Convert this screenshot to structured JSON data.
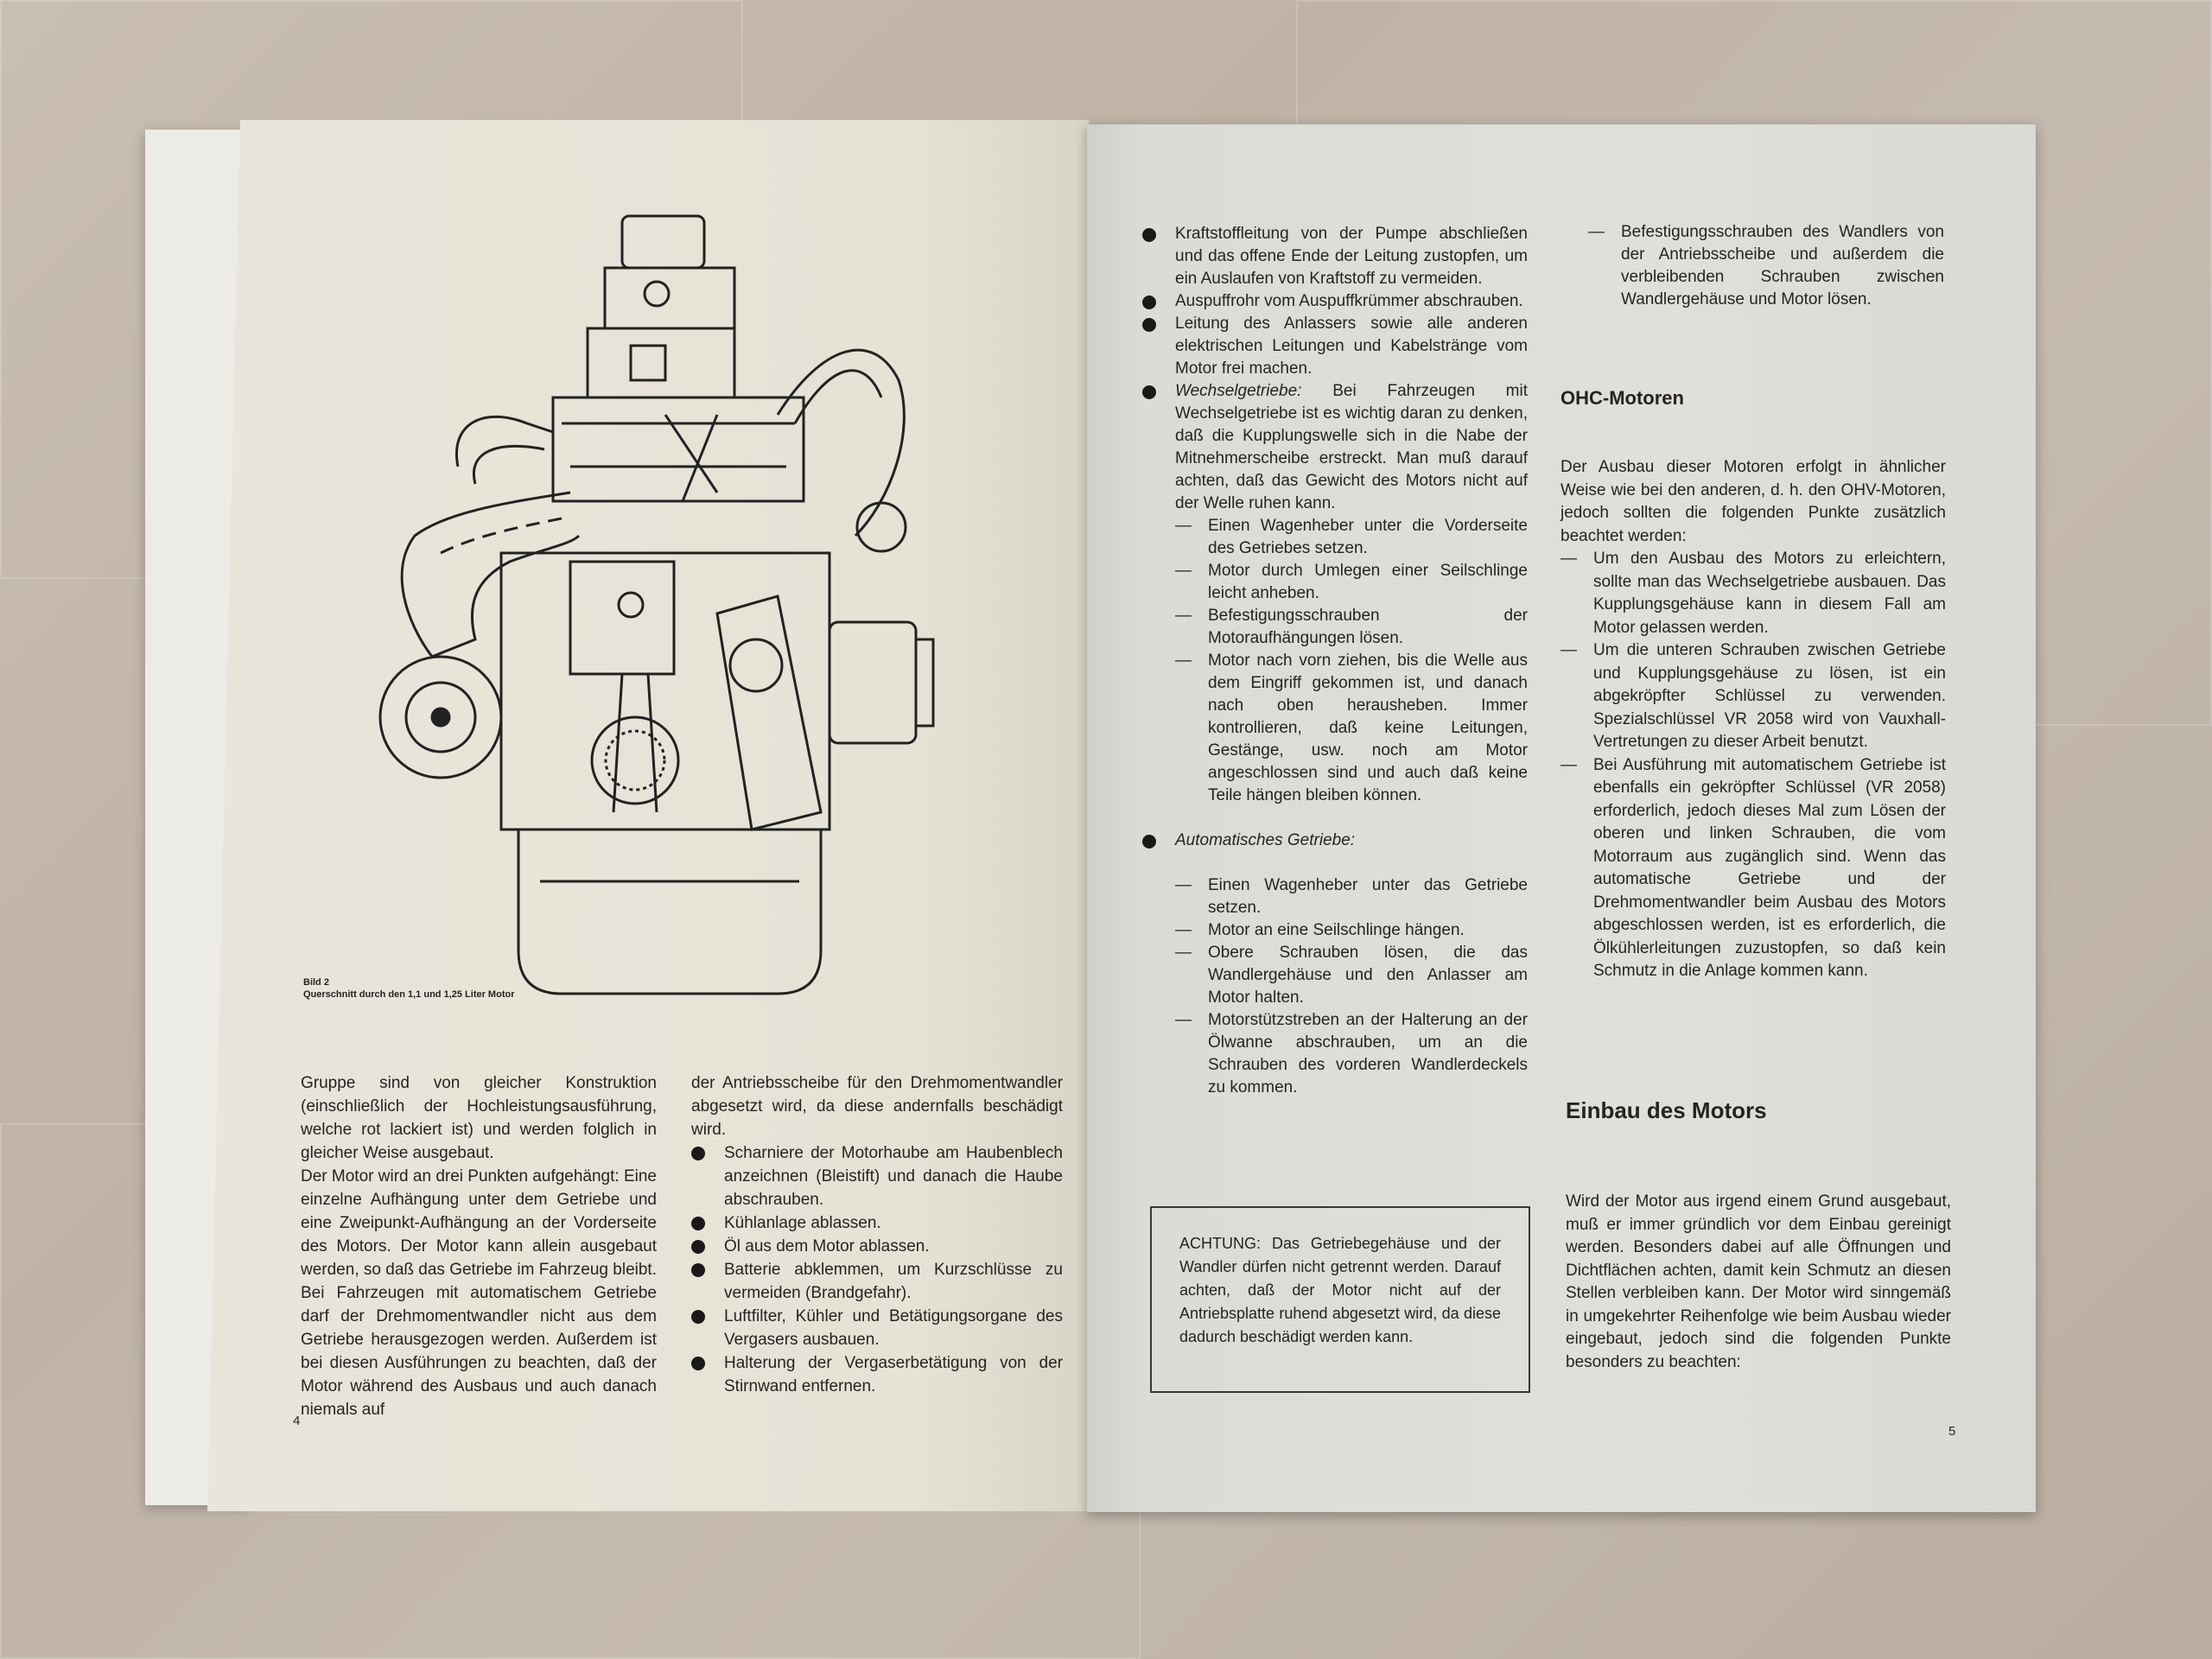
{
  "left_page": {
    "page_number": "4",
    "figure": {
      "label": "Bild 2",
      "caption": "Querschnitt durch den 1,1 und 1,25 Liter Motor"
    },
    "column1": [
      "Gruppe sind von gleicher Konstruktion (einschließlich der Hochleistungsausführung, welche rot lackiert ist) und werden folglich in gleicher Weise ausgebaut.",
      "Der Motor wird an drei Punkten aufgehängt: Eine einzelne Aufhängung unter dem Getriebe und eine Zweipunkt-Aufhängung an der Vorderseite des Motors. Der Motor kann allein ausgebaut werden, so daß das Getriebe im Fahrzeug bleibt. Bei Fahrzeugen mit automatischem Getriebe darf der Drehmomentwandler nicht aus dem Getriebe herausgezogen werden. Außerdem ist bei diesen Ausführungen zu beachten, daß der Motor während des Ausbaus und auch danach niemals auf"
    ],
    "column2_intro": "der Antriebsscheibe für den Drehmomentwandler abgesetzt wird, da diese andernfalls beschädigt wird.",
    "column2_bullets": [
      "Scharniere der Motorhaube am Haubenblech anzeichnen (Bleistift) und danach die Haube abschrauben.",
      "Kühlanlage ablassen.",
      "Öl aus dem Motor ablassen.",
      "Batterie abklemmen, um Kurzschlüsse zu vermeiden (Brandgefahr).",
      "Luftfilter, Kühler und Betätigungsorgane des Vergasers ausbauen.",
      "Halterung der Vergaserbetätigung von der Stirnwand entfernen."
    ]
  },
  "right_page": {
    "page_number": "5",
    "column1": {
      "bullets": [
        "Kraftstoffleitung von der Pumpe abschließen und das offene Ende der Leitung zustopfen, um ein Auslaufen von Kraftstoff zu vermeiden.",
        "Auspuffrohr vom Auspuffkrümmer abschrauben.",
        "Leitung des Anlassers sowie alle anderen elektrischen Leitungen und Kabelstränge vom Motor frei machen."
      ],
      "manual": {
        "label": "Wechselgetriebe:",
        "text": "Bei Fahrzeugen mit Wechselgetriebe ist es wichtig daran zu denken, daß die Kupplungswelle sich in die Nabe der Mitnehmerscheibe erstreckt. Man muß darauf achten, daß das Gewicht des Motors nicht auf der Welle ruhen kann.",
        "steps": [
          "Einen Wagenheber unter die Vorderseite des Getriebes setzen.",
          "Motor durch Umlegen einer Seilschlinge leicht anheben.",
          "Befestigungsschrauben der Motoraufhängungen lösen.",
          "Motor nach vorn ziehen, bis die Welle aus dem Eingriff gekommen ist, und danach nach oben herausheben. Immer kontrollieren, daß keine Leitungen, Gestänge, usw. noch am Motor angeschlossen sind und auch daß keine Teile hängen bleiben können."
        ]
      },
      "automatic": {
        "label": "Automatisches Getriebe:",
        "steps": [
          "Einen Wagenheber unter das Getriebe setzen.",
          "Motor an eine Seilschlinge hängen.",
          "Obere Schrauben lösen, die das Wandlergehäuse und den Anlasser am Motor halten.",
          "Motorstützstreben an der Halterung an der Ölwanne abschrauben, um an die Schrauben des vorderen Wandlerdeckels zu kommen."
        ]
      },
      "warning": "ACHTUNG: Das Getriebegehäuse und der Wandler dürfen nicht getrennt werden. Darauf achten, daß der Motor nicht auf der Antriebsplatte ruhend abgesetzt wird, da diese dadurch beschädigt werden kann."
    },
    "column2": {
      "continued_step": "Befestigungsschrauben des Wandlers von der Antriebsscheibe und außerdem die verbleibenden Schrauben zwischen Wandlergehäuse und Motor lösen.",
      "ohc_heading": "OHC-Motoren",
      "ohc_intro": "Der Ausbau dieser Motoren erfolgt in ähnlicher Weise wie bei den anderen, d. h. den OHV-Motoren, jedoch sollten die folgenden Punkte zusätzlich beachtet werden:",
      "ohc_steps": [
        "Um den Ausbau des Motors zu erleichtern, sollte man das Wechselgetriebe ausbauen. Das Kupplungsgehäuse kann in diesem Fall am Motor gelassen werden.",
        "Um die unteren Schrauben zwischen Getriebe und Kupplungsgehäuse zu lösen, ist ein abgekröpfter Schlüssel zu verwenden. Spezialschlüssel VR 2058 wird von Vauxhall-Vertretungen zu dieser Arbeit benutzt.",
        "Bei Ausführung mit automatischem Getriebe ist ebenfalls ein gekröpfter Schlüssel (VR 2058) erforderlich, jedoch dieses Mal zum Lösen der oberen und linken Schrauben, die vom Motorraum aus zugänglich sind. Wenn das automatische Getriebe und der Drehmomentwandler beim Ausbau des Motors abgeschlossen werden, ist es erforderlich, die Ölkühlerleitungen zuzustopfen, so daß kein Schmutz in die Anlage kommen kann."
      ],
      "install_heading": "Einbau des Motors",
      "install_text": "Wird der Motor aus irgend einem Grund ausgebaut, muß er immer gründlich vor dem Einbau gereinigt werden. Besonders dabei auf alle Öffnungen und Dichtflächen achten, damit kein Schmutz an diesen Stellen verbleiben kann. Der Motor wird sinngemäß in umgekehrter Reihenfolge wie beim Ausbau wieder eingebaut, jedoch sind die folgenden Punkte besonders zu beachten:"
    }
  },
  "dash": "—"
}
